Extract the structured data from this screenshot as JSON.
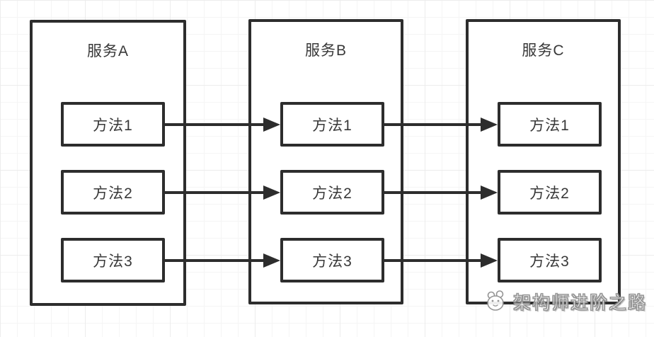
{
  "diagram": {
    "type": "flow-diagram",
    "description": "Three services each exposing three methods; each method calls the corresponding method of the next service left-to-right",
    "services": [
      {
        "title": "服务A",
        "methods": [
          "方法1",
          "方法2",
          "方法3"
        ]
      },
      {
        "title": "服务B",
        "methods": [
          "方法1",
          "方法2",
          "方法3"
        ]
      },
      {
        "title": "服务C",
        "methods": [
          "方法1",
          "方法2",
          "方法3"
        ]
      }
    ],
    "connections": [
      {
        "from": "服务A.方法1",
        "to": "服务B.方法1",
        "direction": "right"
      },
      {
        "from": "服务A.方法2",
        "to": "服务B.方法2",
        "direction": "right"
      },
      {
        "from": "服务A.方法3",
        "to": "服务B.方法3",
        "direction": "right"
      },
      {
        "from": "服务B.方法1",
        "to": "服务C.方法1",
        "direction": "right"
      },
      {
        "from": "服务B.方法2",
        "to": "服务C.方法2",
        "direction": "right"
      },
      {
        "from": "服务B.方法3",
        "to": "服务C.方法3",
        "direction": "right"
      }
    ]
  },
  "watermark": {
    "text": "架构师进阶之路",
    "icon": "cartoon-animal-face-icon"
  },
  "colors": {
    "stroke": "#2d2d2d",
    "text": "#383838",
    "background": "#ffffff",
    "grid_minor": "#f5f5f5",
    "grid_major": "#ececec",
    "watermark_outline": "#8d8d8d"
  }
}
